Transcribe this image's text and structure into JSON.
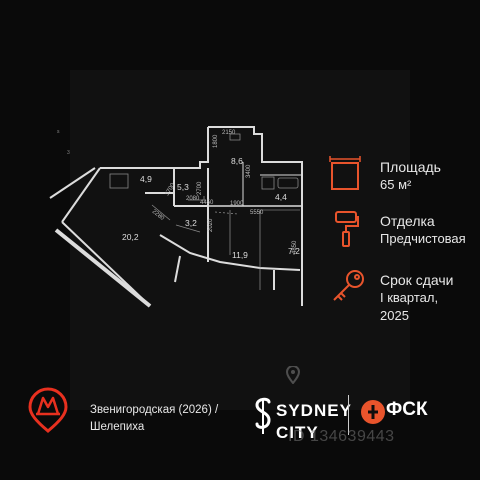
{
  "rooms": {
    "r1": "4,9",
    "r2": "8,6",
    "r3": "5,3",
    "r4": "4,4",
    "r5": "3,2",
    "r6": "20,2",
    "r7": "11,9",
    "r8": "7,2"
  },
  "dims": {
    "d1": "2150",
    "d2": "1800",
    "d3": "3400",
    "d4": "2080",
    "d5": "1900",
    "d6": "5550",
    "d7": "2700",
    "d8": "2020",
    "d9": "4850",
    "d10": "4450",
    "d11": "3700",
    "d12": "2280"
  },
  "side_marks": [
    "s",
    "3"
  ],
  "info": {
    "area_label": "Площадь",
    "area_value": "65 м²",
    "finish_label": "Отделка",
    "finish_value": "Предчистовая",
    "handover_label": "Срок сдачи",
    "handover_value_1": "I квартал,",
    "handover_value_2": "2025"
  },
  "metro": {
    "line1": "Звенигородская (2026) /",
    "line2": "Шелепиха"
  },
  "brand": {
    "sydney_1": "SYDNEY",
    "sydney_2": "CITY",
    "fsk": "ФСК"
  },
  "watermark": "ID 134639443",
  "colors": {
    "accent": "#e8542c",
    "metro_red": "#e8301f",
    "background": "#0d0d0d",
    "text": "#e8e8e8"
  },
  "icons": [
    "area-icon",
    "paint-roller-icon",
    "key-icon",
    "metro-logo-icon",
    "sydney-city-logo-icon",
    "fsk-logo-icon",
    "location-pin-icon"
  ]
}
